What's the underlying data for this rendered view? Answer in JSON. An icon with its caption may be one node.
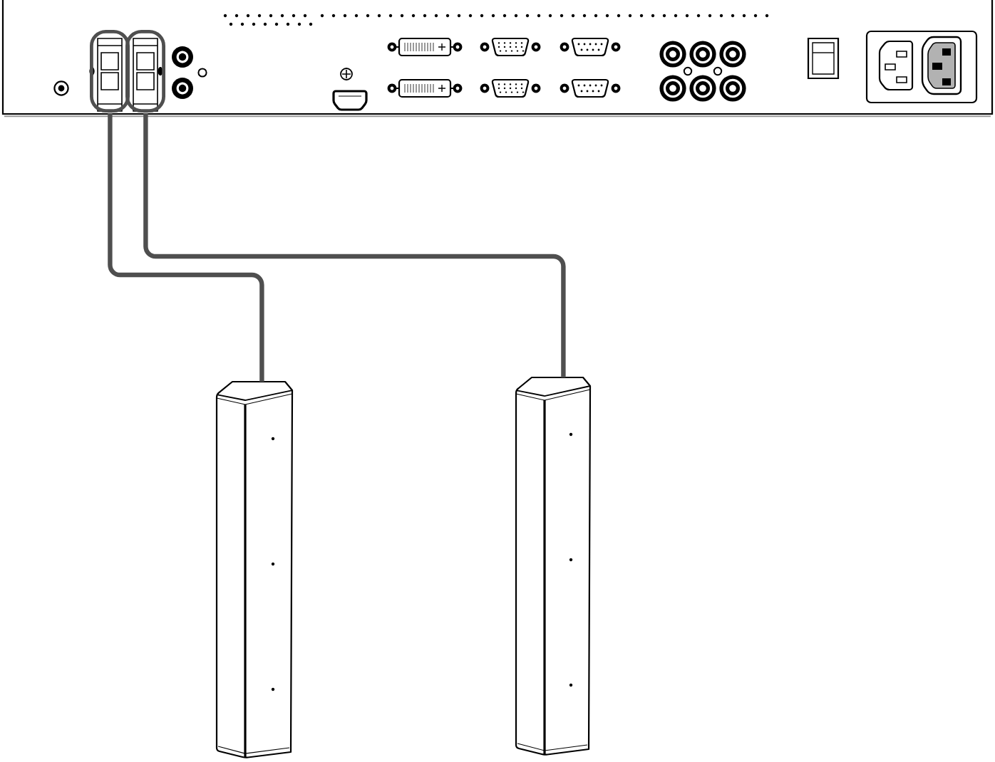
{
  "diagram": {
    "nodes": [
      {
        "text": [],
        "shape": "picture"
      },
      {
        "text": [],
        "shape": "picture",
        "in": 0
      },
      {
        "text": [],
        "shape": "picture",
        "in": 0
      },
      {
        "text": [],
        "shape": "picture"
      },
      {
        "text": [],
        "shape": "picture"
      }
    ],
    "edges": [
      {
        "from": 1,
        "to": 3,
        "arrow": "none"
      },
      {
        "from": 2,
        "to": 4,
        "arrow": "none"
      }
    ]
  }
}
